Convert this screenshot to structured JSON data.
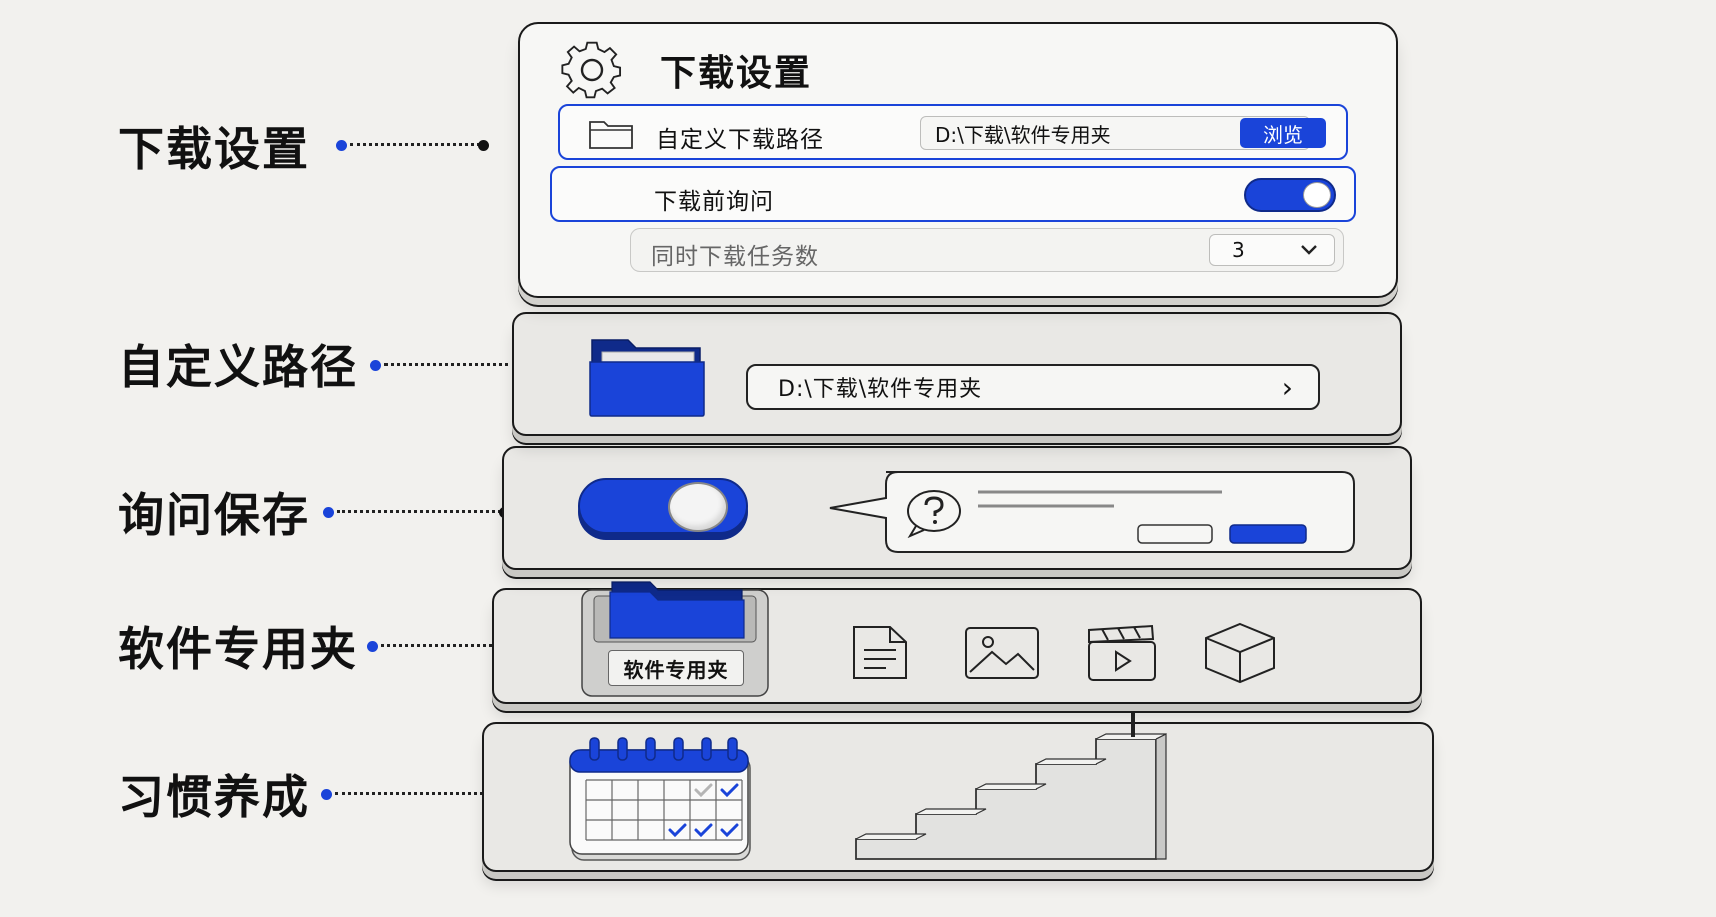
{
  "labels": {
    "download_settings": "下载设置",
    "custom_path": "自定义路径",
    "ask_save": "询问保存",
    "software_folder": "软件专用夹",
    "habit": "习惯养成"
  },
  "settings_panel": {
    "title": "下载设置",
    "custom_download_path_label": "自定义下载路径",
    "path_value": "D:\\下载\\软件专用夹",
    "browse_label": "浏览",
    "ask_before_download_label": "下载前询问",
    "ask_before_download_on": true,
    "concurrent_tasks_label": "同时下载任务数",
    "concurrent_tasks_value": "3"
  },
  "path_slab": {
    "path_value": "D:\\下载\\软件专用夹",
    "chevron": "›"
  },
  "software_slab": {
    "tray_label": "软件专用夹",
    "file_type_icons": [
      "document-icon",
      "image-icon",
      "video-icon",
      "package-icon"
    ]
  },
  "calendar": {
    "checked_cells": [
      [
        0,
        4,
        "faint"
      ],
      [
        0,
        5,
        "blue"
      ],
      [
        2,
        3,
        "blue"
      ],
      [
        2,
        4,
        "blue"
      ],
      [
        2,
        5,
        "blue"
      ]
    ]
  },
  "icons": {
    "settings": "gear-icon",
    "folder": "folder-icon",
    "dropdown": "chevron-down-icon",
    "dialog_question": "question-icon",
    "flag": "flag-icon",
    "calendar": "calendar-icon",
    "stairs": "stairs-icon"
  },
  "colors": {
    "accent": "#1a44d9",
    "accent_dark": "#0f2a8a",
    "background": "#f2f1ee",
    "slab": "#e9e8e5"
  }
}
